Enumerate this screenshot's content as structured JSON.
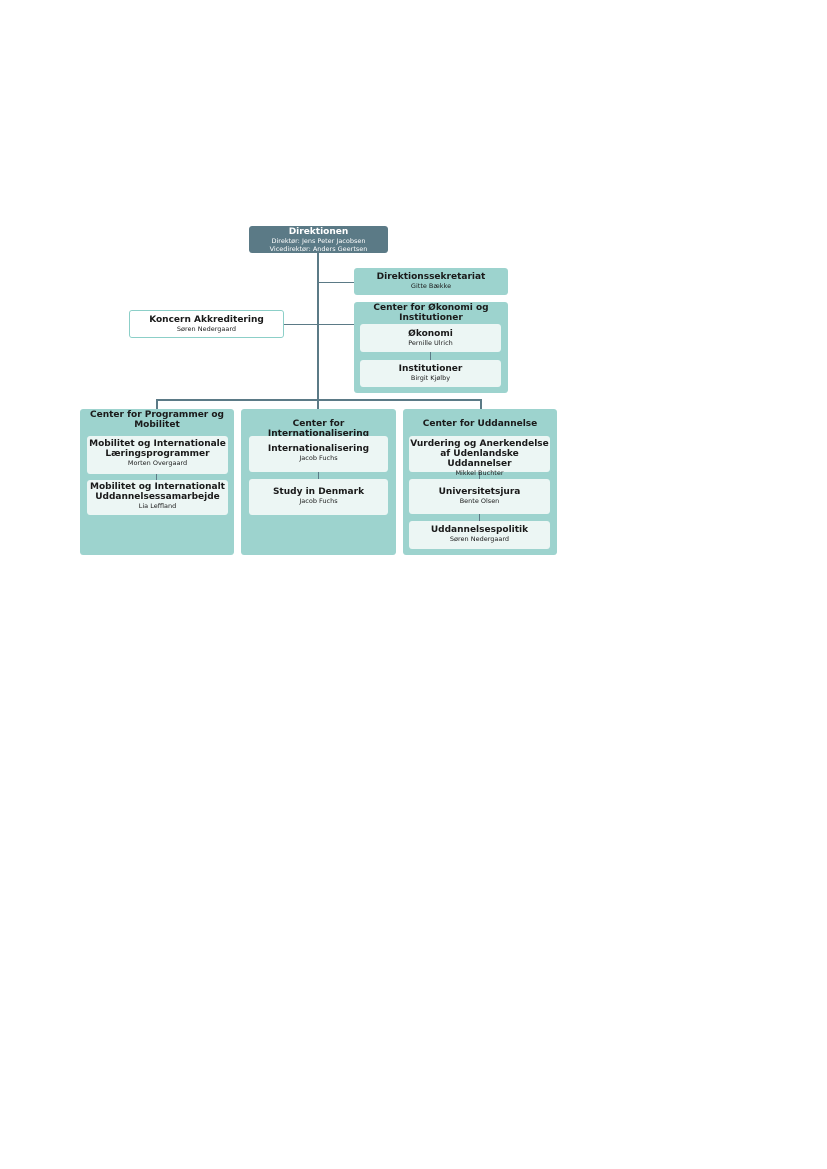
{
  "top": {
    "title": "Direktionen",
    "line1": "Direktør: Jens Peter Jacobsen",
    "line2": "Vicedirektør: Anders Geertsen"
  },
  "secretariat": {
    "title": "Direktionssekretariat",
    "name": "Gitte Bække"
  },
  "accreditation": {
    "title": "Koncern Akkreditering",
    "name": "Søren Nedergaard"
  },
  "economy_center": {
    "title": "Center for Økonomi og Institutioner",
    "units": [
      {
        "title": "Økonomi",
        "name": "Pernille Ulrich"
      },
      {
        "title": "Institutioner",
        "name": "Birgit Kjølby"
      }
    ]
  },
  "centers": [
    {
      "title": "Center for Programmer og Mobilitet",
      "units": [
        {
          "title": "Mobilitet og Internationale Læringsprogrammer",
          "name": "Morten Overgaard"
        },
        {
          "title": "Mobilitet og Internationalt Uddannelsessamarbejde",
          "name": "Lia Leffland"
        }
      ]
    },
    {
      "title": "Center for Internationalisering",
      "units": [
        {
          "title": "Internationalisering",
          "name": "Jacob Fuchs"
        },
        {
          "title": "Study in Denmark",
          "name": "Jacob Fuchs"
        }
      ]
    },
    {
      "title": "Center for Uddannelse",
      "units": [
        {
          "title": "Vurdering og Anerkendelse af Udenlandske Uddannelser",
          "name": "Mikkel Buchter"
        },
        {
          "title": "Universitetsjura",
          "name": "Bente Olsen"
        },
        {
          "title": "Uddannelsespolitik",
          "name": "Søren Nedergaard"
        }
      ]
    }
  ]
}
